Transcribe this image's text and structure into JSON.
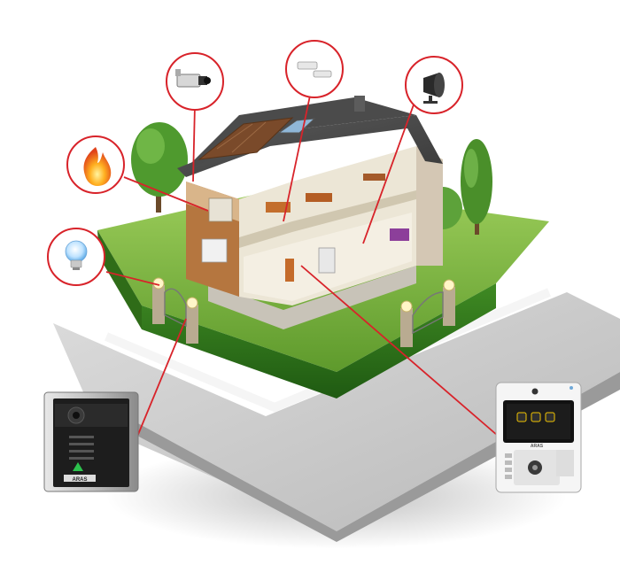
{
  "diagram": {
    "callout_color": "#d8232a",
    "callouts": [
      {
        "id": "cctv-camera",
        "icon": "cctv-camera-icon"
      },
      {
        "id": "door-sensor",
        "icon": "door-contact-sensor-icon"
      },
      {
        "id": "siren",
        "icon": "siren-speaker-icon"
      },
      {
        "id": "fire",
        "icon": "fire-icon"
      },
      {
        "id": "light",
        "icon": "light-bulb-icon"
      }
    ],
    "devices": {
      "door_station": {
        "icon": "door-station-icon",
        "brand": "ARAS"
      },
      "indoor_panel": {
        "icon": "indoor-monitor-icon",
        "brand": "ARAS"
      }
    }
  }
}
